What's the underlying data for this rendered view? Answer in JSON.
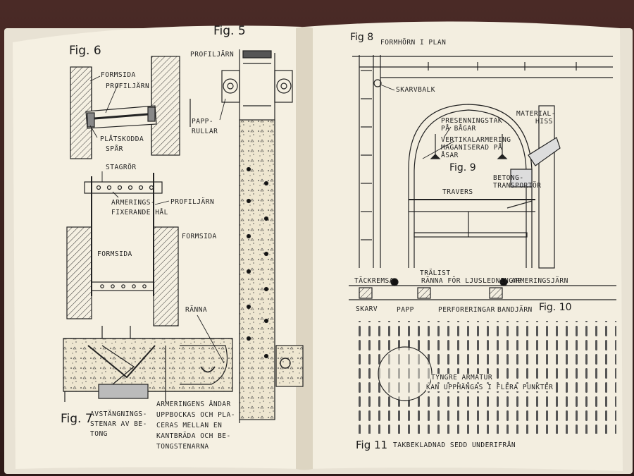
{
  "left_page": {
    "fig5": "Fig. 5",
    "fig6": "Fig. 6",
    "fig7": "Fig. 7",
    "labels": {
      "formsida_top": "FORMSIDA",
      "profiljarn_top": "PROFILJÄRN",
      "platskodda_1": "PLÅTSKODDA",
      "platskodda_2": "SPÅR",
      "profiljarn_fig5": "PROFILJÄRN",
      "papp_rullar_1": "PAPP-",
      "papp_rullar_2": "RULLAR",
      "stagror": "STAGRÖR",
      "armerings_1": "ARMERINGS-",
      "armerings_2": "FIXERANDE HÅL",
      "profiljarn_mid": "PROFILJÄRN",
      "formsida_mid": "FORMSIDA",
      "formsida_left": "FORMSIDA",
      "ranna": "RÄNNA"
    },
    "caption_left": [
      "AVSTÄNGNINGS-",
      "STENAR AV BE-",
      "TONG"
    ],
    "caption_right": [
      "ARMERINGENS ÄNDAR",
      "UPPBOCKAS OCH PLA-",
      "CERAS MELLAN EN",
      "KANTBRÄDA OCH BE-",
      "TONGSTENARNA"
    ]
  },
  "right_page": {
    "fig8": "Fig 8",
    "fig8_title": "FORMHÖRN I PLAN",
    "fig9": "Fig. 9",
    "fig10": "Fig. 10",
    "fig11": "Fig 11",
    "fig11_title": "TAKBEKLADNAD SEDD UNDERIFRÅN",
    "labels": {
      "skarvbalk": "SKARVBALK",
      "presenning_1": "PRESENNINGSTAK",
      "presenning_2": "PÅ BÅGAR",
      "vertikal_1": "VERTIKALARMERING",
      "vertikal_2": "MAGANISERAD PÅ",
      "vertikal_3": "ÅSAR",
      "material_1": "MATERIAL-",
      "material_2": "HISS",
      "betong_1": "BETONG-",
      "betong_2": "TRANSPORTÖR",
      "travers": "TRAVERS",
      "tralist": "TRÄLIST",
      "tackremsa": "TÄCKREMSA",
      "ranna_ljus": "RÄNNA FÖR LJUSLEDNINGAR",
      "armeringsjarn": "ARMERINGSJÄRN",
      "skarv": "SKARV",
      "papp": "PAPP",
      "perforeringar": "PERFORERINGAR",
      "bandjarn": "BANDJÄRN",
      "tyngre_1": "TYNGRE ARMATUR",
      "tyngre_2": "KAN UPPHÄNGAS I FLERA PUNKTER"
    }
  }
}
